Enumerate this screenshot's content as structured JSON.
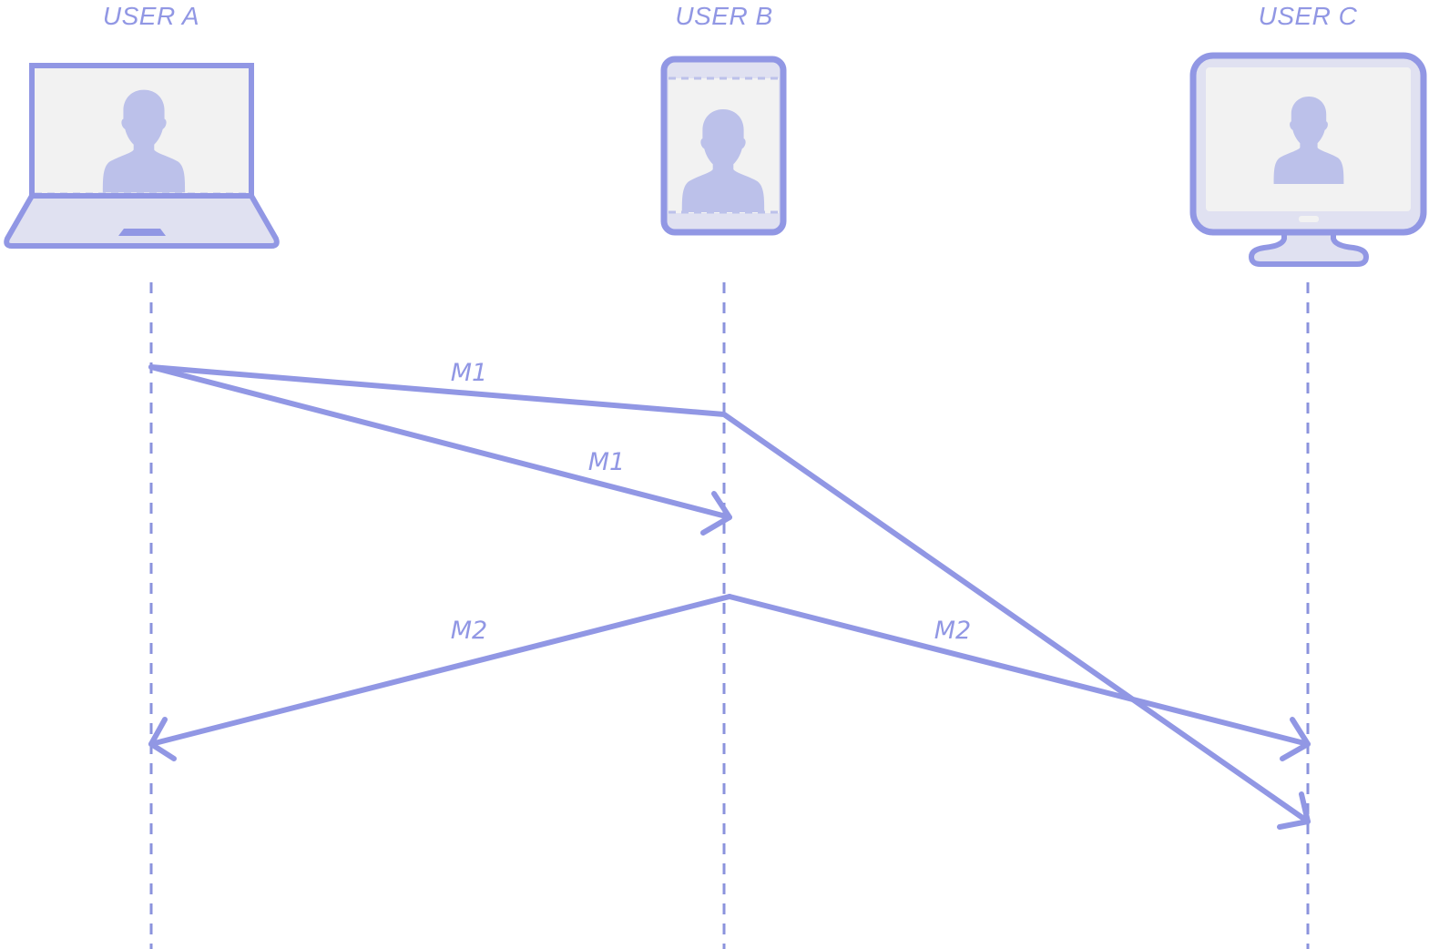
{
  "colors": {
    "accent": "#9197e4",
    "line": "#8b93dd",
    "silhouette": "#bcc1ea",
    "screen": "#f2f2f2",
    "device_fill": "#e0e1f1"
  },
  "users": [
    {
      "id": "a",
      "label": "USER A",
      "device": "laptop-icon"
    },
    {
      "id": "b",
      "label": "USER B",
      "device": "tablet-icon"
    },
    {
      "id": "c",
      "label": "USER C",
      "device": "monitor-icon"
    }
  ],
  "messages": [
    {
      "id": "m1-to-c",
      "label": "M1",
      "from": "USER A",
      "to": "USER C",
      "via": "USER B"
    },
    {
      "id": "m1-to-b",
      "label": "M1",
      "from": "USER A",
      "to": "USER B"
    },
    {
      "id": "m2-to-a",
      "label": "M2",
      "from": "USER B",
      "to": "USER A"
    },
    {
      "id": "m2-to-c",
      "label": "M2",
      "from": "USER B",
      "to": "USER C"
    }
  ]
}
